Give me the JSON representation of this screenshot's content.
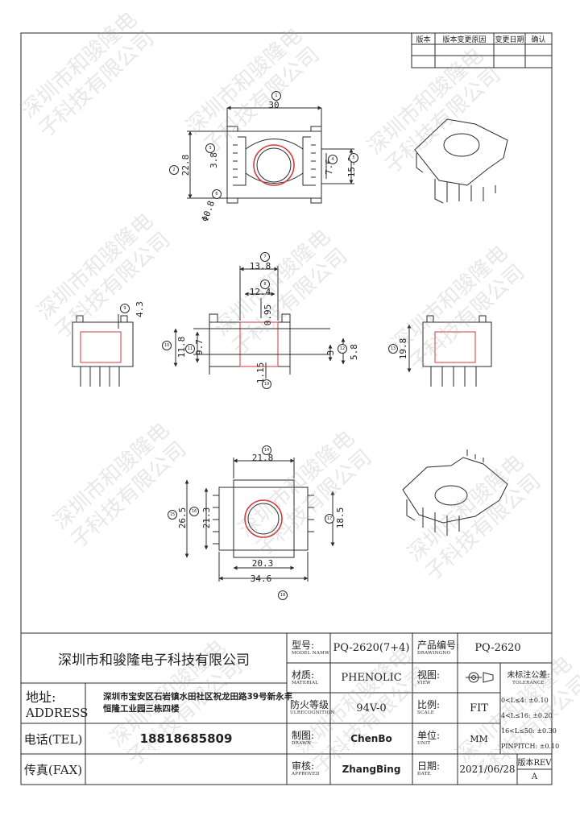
{
  "revision_table": {
    "headers": [
      "版本",
      "版本变更原因",
      "变更日期",
      "确认"
    ]
  },
  "dims": {
    "top_30": "30",
    "top_22_8": "22.8",
    "top_3_8": "3.8",
    "top_7_6": "7.6",
    "top_15_2": "15.2",
    "top_phi_0_8": "Φ0.8",
    "side_13_8": "13.8",
    "side_12_4": "12.4",
    "side_4_3": "4.3",
    "side_0_95": "0.95",
    "side_11_8": "11.8",
    "side_9_7": "9.7",
    "side_3": "3",
    "side_5_8": "5.8",
    "side_1_15": "1.15",
    "right_19_8": "19.8",
    "bot_21_8": "21.8",
    "bot_26_5": "26.5",
    "bot_21_3": "21.3",
    "bot_18_5": "18.5",
    "bot_20_3": "20.3",
    "bot_34_6": "34.6"
  },
  "balloons": [
    "1",
    "2",
    "3",
    "4",
    "5",
    "6",
    "7",
    "8",
    "9",
    "10",
    "11",
    "12",
    "13",
    "14",
    "15",
    "16",
    "17",
    "18",
    "19"
  ],
  "title_block": {
    "company": "深圳市和骏隆电子科技有限公司",
    "address_label_cn": "地址:",
    "address_label_en": "ADDRESS",
    "address_line1": "深圳市宝安区石岩镇水田社区祝龙田路39号新永丰",
    "address_line2": "恒隆工业园三栋四楼",
    "tel_label": "电话(TEL)",
    "tel_value": "18818685809",
    "fax_label": "传真(FAX)",
    "model_label_cn": "型号:",
    "model_label_en": "MODEL NAMW",
    "model_value": "PQ-2620(7+4)",
    "drawing_no_label_cn": "产品编号:",
    "drawing_no_label_en": "DRAWINGNO",
    "drawing_no_value": "PQ-2620",
    "material_label_cn": "材质:",
    "material_label_en": "MATERIAL",
    "material_value": "PHENOLIC",
    "view_label_cn": "视图:",
    "view_label_en": "VIEW",
    "tolerance_label_cn": "未标注公差:",
    "tolerance_label_en": "TOLERANCE",
    "tol_1": "0<L≤4: ±0.10",
    "tol_2": "4<L≤16: ±0.20",
    "tol_3": "16<L≤50: ±0.30",
    "tol_4": "PINPITCH: ±0.10",
    "fire_label_cn": "防火等级",
    "fire_label_en": "ULRECOGNITION",
    "fire_value": "94V-0",
    "scale_label_cn": "比例:",
    "scale_label_en": "SCALE",
    "scale_value": "FIT",
    "drawn_label_cn": "制图:",
    "drawn_label_en": "DRAWN",
    "drawn_value": "ChenBo",
    "unit_label_cn": "单位:",
    "unit_label_en": "UNIT",
    "unit_value": "MM",
    "approved_label_cn": "审核:",
    "approved_label_en": "APPROVED",
    "approved_value": "ZhangBing",
    "date_label_cn": "日期:",
    "date_label_en": "DATE",
    "date_value": "2021/06/28",
    "rev_label": "版本REV",
    "rev_value": "A"
  },
  "watermark": [
    "深圳市和骏隆电",
    "子科技有限公司"
  ],
  "colors": {
    "line": "#2a2a2a",
    "circle": "#d23a3a",
    "watermark": "#b0b0b0"
  }
}
